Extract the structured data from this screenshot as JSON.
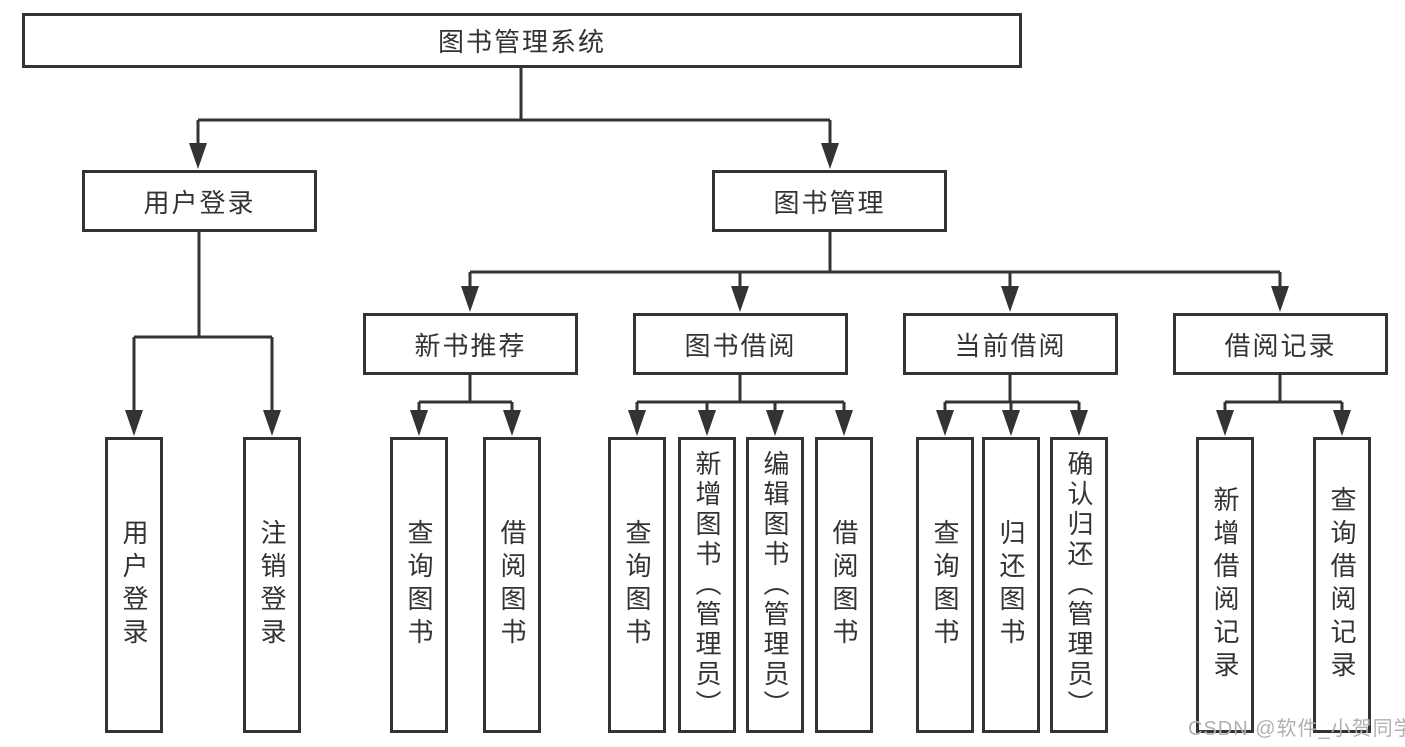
{
  "diagram": {
    "root": {
      "label": "图书管理系统"
    },
    "branches": [
      {
        "label": "用户登录",
        "children": [
          "用户登录",
          "注销登录"
        ]
      },
      {
        "label": "图书管理",
        "children": [
          {
            "label": "新书推荐",
            "children": [
              "查询图书",
              "借阅图书"
            ]
          },
          {
            "label": "图书借阅",
            "children": [
              "查询图书",
              "新增图书（管理员）",
              "编辑图书（管理员）",
              "借阅图书"
            ]
          },
          {
            "label": "当前借阅",
            "children": [
              "查询图书",
              "归还图书",
              "确认归还（管理员）"
            ]
          },
          {
            "label": "借阅记录",
            "children": [
              "新增借阅记录",
              "查询借阅记录"
            ]
          }
        ]
      }
    ]
  },
  "colors": {
    "line": "#333333",
    "text": "#333333",
    "watermark": "#b0b0b0"
  },
  "watermark": {
    "text": "CSDN @软件_小贺同学"
  }
}
